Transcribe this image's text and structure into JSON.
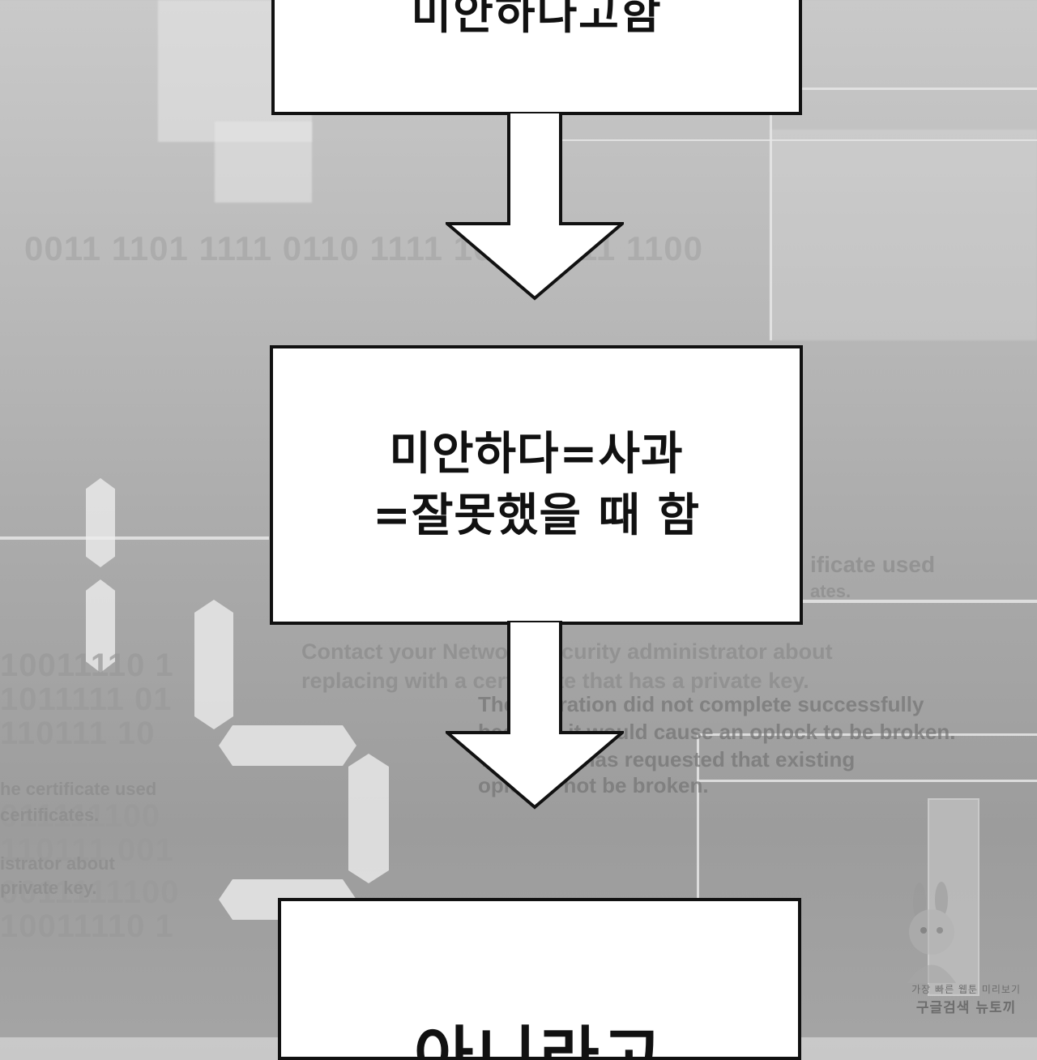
{
  "flowchart": {
    "box1_text": "미안하다고함",
    "box2_line1": "미안하다=사과",
    "box2_line2": "=잘못했을 때 함",
    "box3_text": "아니라고"
  },
  "background": {
    "binary_top": "0011 1101 1111 0110 1111 1011 0111 1100",
    "binary_left_rows": [
      "10011110 1",
      "1011111 01",
      "110111 10",
      "011111100",
      "110111 001",
      "0011111100",
      "10011110 1"
    ],
    "cert_text_right": [
      "ificate used",
      "ates."
    ],
    "cert_text_mid": [
      "Contact your Network Security administrator about",
      "replacing with a certificate that has a private key.",
      "The operation did not complete successfully",
      "because it would cause an oplock to be broken.",
      "The caller has requested that existing",
      "oplocks not be broken."
    ],
    "cert_text_left": [
      "he certificate used",
      "certificates.",
      "istrator about",
      "private key."
    ]
  },
  "watermark": {
    "line1": "가장 빠른 웹툰 미리보기",
    "line2": "구글검색 뉴토끼"
  }
}
